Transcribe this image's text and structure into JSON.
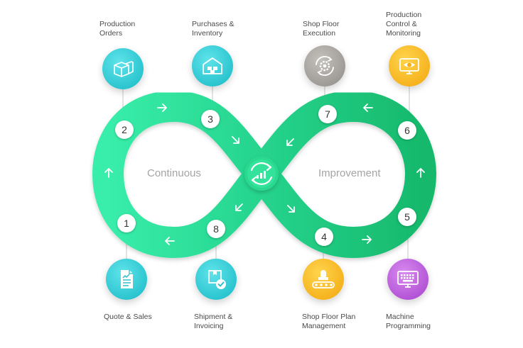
{
  "center": {
    "left_word": "Continuous",
    "right_word": "Improvement",
    "hub_icon": "refresh-chart-icon"
  },
  "steps": [
    {
      "number": "1",
      "label": "Quote & Sales",
      "icon": "document-icon",
      "color": "#22c5cf"
    },
    {
      "number": "2",
      "label": "Production\nOrders",
      "icon": "boxes-icon",
      "color": "#22c5cf"
    },
    {
      "number": "3",
      "label": "Purchases &\nInventory",
      "icon": "warehouse-icon",
      "color": "#22c5cf"
    },
    {
      "number": "4",
      "label": "Shop Floor Plan\nManagement",
      "icon": "robot-conveyor-icon",
      "color": "#f7b21a"
    },
    {
      "number": "5",
      "label": "Machine\nProgramming",
      "icon": "keyboard-monitor-icon",
      "color": "#b64fd8"
    },
    {
      "number": "6",
      "label": "Production\nControl &\nMonitoring",
      "icon": "eye-monitor-icon",
      "color": "#f7b21a"
    },
    {
      "number": "7",
      "label": "Shop Floor\nExecution",
      "icon": "gear-cycle-icon",
      "color": "#9d9b98"
    },
    {
      "number": "8",
      "label": "Shipment &\nInvoicing",
      "icon": "box-check-icon",
      "color": "#22c5cf"
    }
  ],
  "colors": {
    "loop_left": "#31e7a1",
    "loop_right": "#1fc67a",
    "track": "#d7d7d7"
  }
}
